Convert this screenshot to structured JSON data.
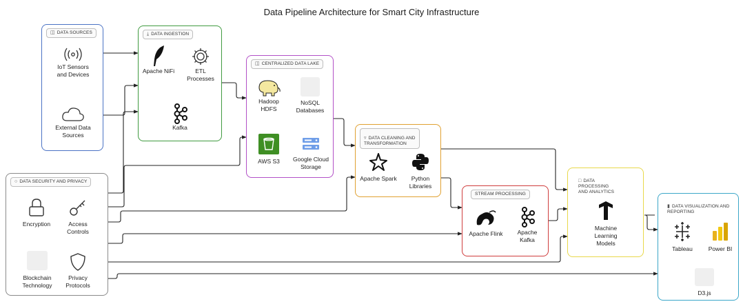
{
  "title": "Data Pipeline Architecture for Smart City Infrastructure",
  "groups": {
    "sources": {
      "label": "DATA SOURCES",
      "nodes": {
        "iot": "IoT Sensors\nand Devices",
        "external": "External Data\nSources"
      }
    },
    "ingestion": {
      "label": "DATA INGESTION",
      "nodes": {
        "nifi": "Apache NiFi",
        "etl": "ETL\nProcesses",
        "kafka": "Kafka"
      }
    },
    "lake": {
      "label": "CENTRALIZED DATA LAKE",
      "nodes": {
        "hdfs": "Hadoop\nHDFS",
        "nosql": "NoSQL\nDatabases",
        "s3": "AWS S3",
        "gcs": "Google Cloud\nStorage"
      }
    },
    "cleaning": {
      "label": "DATA CLEANING AND\nTRANSFORMATION",
      "nodes": {
        "spark": "Apache Spark",
        "python": "Python\nLibraries"
      }
    },
    "stream": {
      "label": "STREAM PROCESSING",
      "nodes": {
        "flink": "Apache Flink",
        "kafka": "Apache\nKafka"
      }
    },
    "analytics": {
      "label": "DATA\nPROCESSING\nAND ANALYTICS",
      "nodes": {
        "ml": "Machine\nLearning\nModels"
      }
    },
    "security": {
      "label": "DATA SECURITY AND PRIVACY",
      "nodes": {
        "encryption": "Encryption",
        "access": "Access\nControls",
        "blockchain": "Blockchain\nTechnology",
        "privacy": "Privacy\nProtocols"
      }
    },
    "viz": {
      "label": "DATA VISUALIZATION AND\nREPORTING",
      "nodes": {
        "tableau": "Tableau",
        "powerbi": "Power BI",
        "d3": "D3.js"
      }
    },
    "colors": {
      "sources": "#4a72c4",
      "ingestion": "#3f9a3f",
      "lake": "#b24fc7",
      "cleaning": "#e0a030",
      "stream": "#cf3b3b",
      "analytics": "#e8d84a",
      "security": "#8a8a8a",
      "viz": "#3aa6c8"
    }
  }
}
